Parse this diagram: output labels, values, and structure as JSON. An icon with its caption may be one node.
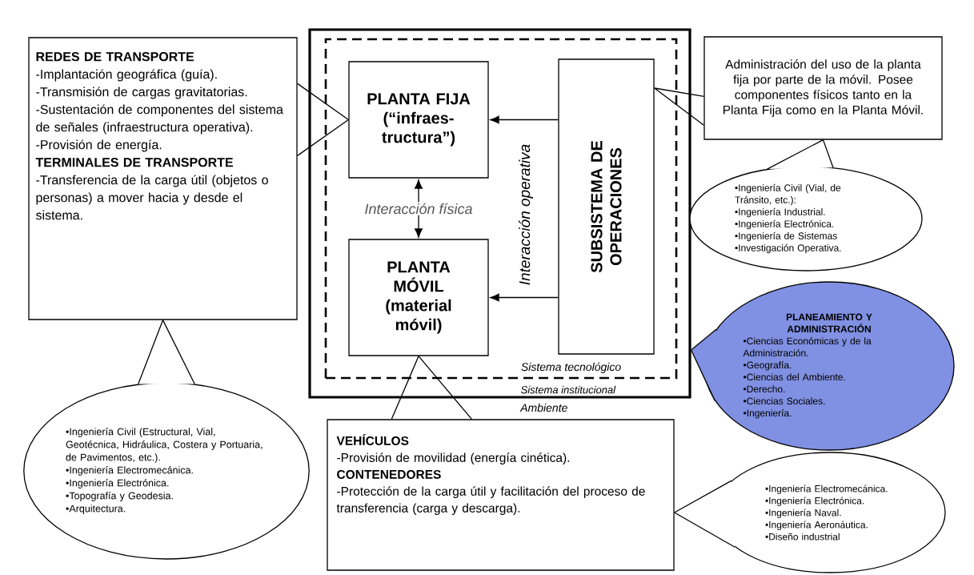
{
  "diagram": {
    "nodes": [
      {
        "text": [
          "Sistema institucional"
        ]
      },
      {
        "text": [
          "Sistema tecnológico"
        ],
        "in": 0
      },
      {
        "text": [
          "PLANTA FIJA (“infraes- tructura”)"
        ],
        "in": 1
      },
      {
        "text": [
          "PLANTA MÓVIL (material móvil)"
        ],
        "in": 1
      },
      {
        "text": [
          "SUBSISTEMA DE OPERACIONES"
        ],
        "in": 1
      },
      {
        "text": [
          "REDES DE TRANSPORTE",
          "-Implantación geográfica (guía).",
          "-Transmisión de cargas gravitatorias.",
          "-Sustentación de componentes del sistema de señales (infraestructura operativa).",
          "-Provisión de energía.",
          "TERMINALES DE TRANSPORTE",
          "-Transferencia de la carga útil (objetos o personas) a mover hacia y desde el sistema."
        ]
      },
      {
        "text": [
          "Administración del uso de la planta fija por parte de la móvil. Posee componentes físicos tanto en la Planta Fija como en la Planta Móvil."
        ]
      },
      {
        "text": [
          "•Ingeniería Civil (Vial, de Tránsito, etc.):",
          "•Ingeniería Industrial.",
          "•Ingeniería Electrónica.",
          "•Ingeniería de Sistemas",
          "•Investigación Operativa."
        ]
      },
      {
        "text": [
          "PLANEAMIENTO Y ADMINISTRACIÓN",
          "•Ciencias Económicas y de la Administración.",
          "•Geografía.",
          "•Ciencias del Ambiente.",
          "•Derecho.",
          "•Ciencias Sociales.",
          "•Ingeniería."
        ]
      },
      {
        "text": [
          "•Ingeniería Civil (Estructural, Vial, Geotécnica, Hidráulica, Costera y Portuaria, de Pavimentos, etc.).",
          "•Ingeniería Electromecánica.",
          "•Ingeniería Electrónica.",
          "•Topografía y Geodesia.",
          "•Arquitectura."
        ]
      },
      {
        "text": [
          "VEHÍCULOS",
          "-Provisión de movilidad (energía cinética).",
          "CONTENEDORES",
          "-Protección de la carga útil y facilitación del proceso de transferencia (carga y descarga)."
        ]
      },
      {
        "text": [
          "•Ingeniería Electromecánica.",
          "•Ingeniería Electrónica.",
          "•Ingeniería Naval.",
          "•Ingeniería Aeronáutica.",
          "•Diseño industrial"
        ]
      }
    ],
    "edges": [
      {
        "from": 4,
        "to": 2,
        "arrow": "to"
      },
      {
        "from": 4,
        "to": 3,
        "arrow": "to"
      },
      {
        "from": 2,
        "to": 3,
        "arrow": "both",
        "label": "Interacción física"
      },
      {
        "from": 5,
        "to": 2,
        "arrow": "none"
      },
      {
        "from": 6,
        "to": 4,
        "arrow": "none"
      },
      {
        "from": 7,
        "to": 6,
        "arrow": "none"
      },
      {
        "from": 8,
        "to": 0,
        "arrow": "none"
      },
      {
        "from": 9,
        "to": 5,
        "arrow": "none"
      },
      {
        "from": 10,
        "to": 3,
        "arrow": "none"
      },
      {
        "from": 11,
        "to": 10,
        "arrow": "none"
      }
    ],
    "labels": [
      "Interacción operativa",
      "Ambiente"
    ]
  }
}
